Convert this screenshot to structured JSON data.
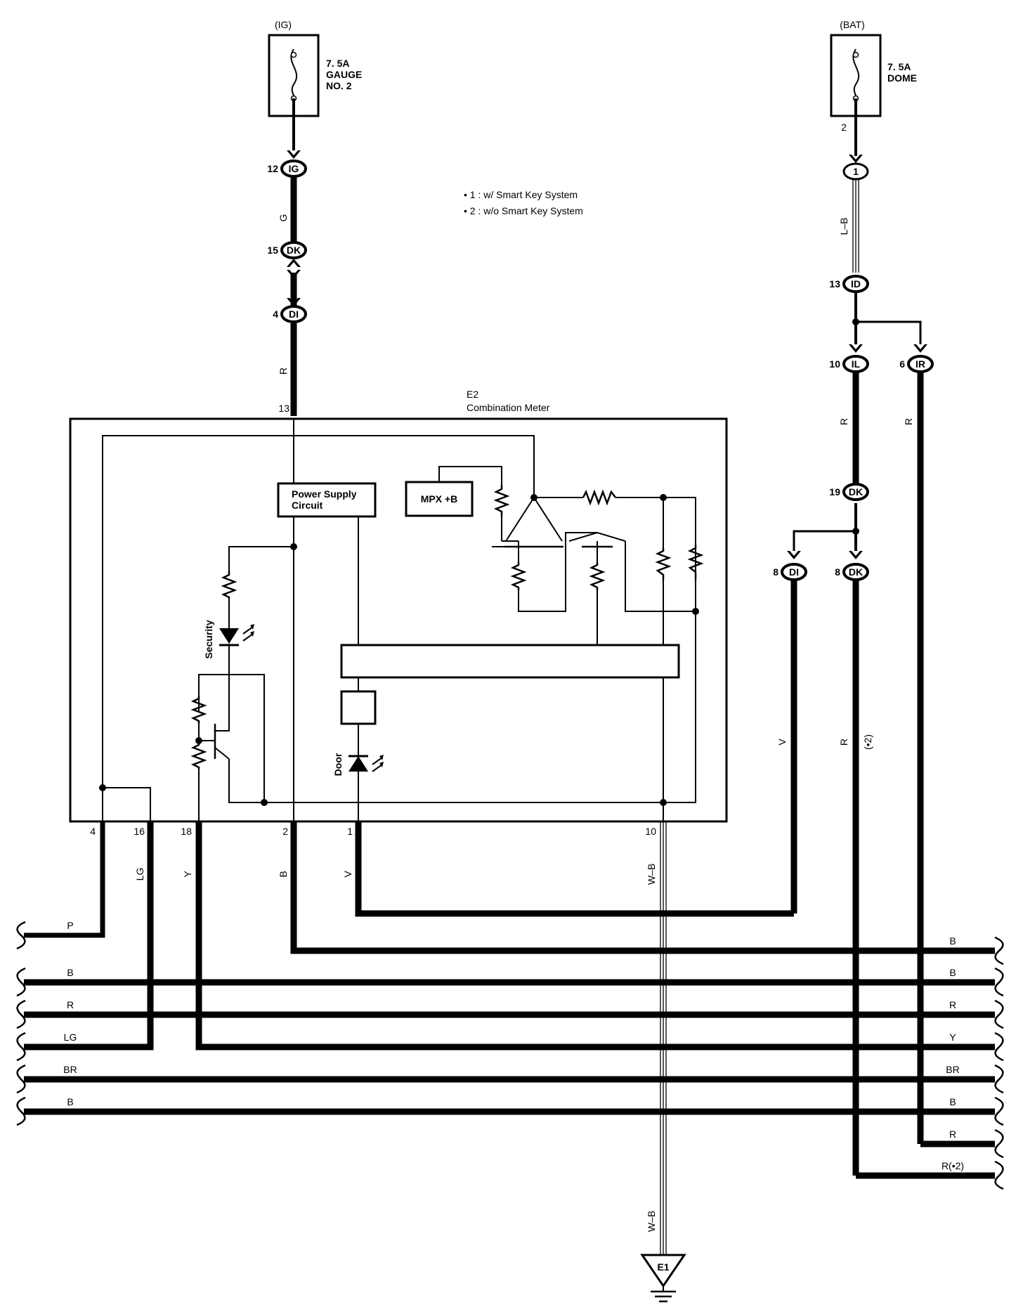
{
  "fuses": {
    "ig": {
      "supply": "(IG)",
      "line1": "7. 5A",
      "line2": "GAUGE",
      "line3": "NO. 2"
    },
    "bat": {
      "supply": "(BAT)",
      "line1": "7. 5A",
      "line2": "DOME",
      "pin": "2"
    }
  },
  "connectors": {
    "ig12": {
      "pin": "12",
      "name": "IG"
    },
    "dk15": {
      "pin": "15",
      "name": "DK"
    },
    "di4": {
      "pin": "4",
      "name": "DI"
    },
    "c1": {
      "name": "1"
    },
    "id13": {
      "pin": "13",
      "name": "ID"
    },
    "il10": {
      "pin": "10",
      "name": "IL"
    },
    "ir6": {
      "pin": "6",
      "name": "IR"
    },
    "dk19": {
      "pin": "19",
      "name": "DK"
    },
    "di8": {
      "pin": "8",
      "name": "DI"
    },
    "dk8": {
      "pin": "8",
      "name": "DK"
    }
  },
  "notes": [
    "• 1 : w/ Smart Key System",
    "• 2 : w/o Smart Key System"
  ],
  "meter": {
    "code": "E2",
    "name": "Combination Meter",
    "pin_top": "13",
    "power_supply_line1": "Power Supply",
    "power_supply_line2": "Circuit",
    "mpx": "MPX +B",
    "security": "Security",
    "door": "Door",
    "pins_bottom": [
      "4",
      "16",
      "18",
      "2",
      "1",
      "10"
    ]
  },
  "wire_colors": {
    "g": "G",
    "r": "R",
    "lb": "L–B",
    "r_il": "R",
    "r_ir": "R",
    "v_right": "V",
    "r2_right": "R",
    "r2_note": "(•2)",
    "lg": "LG",
    "y": "Y",
    "b": "B",
    "v": "V",
    "wb": "W–B",
    "wb_low": "W–B"
  },
  "left_bus": [
    "P",
    "B",
    "R",
    "LG",
    "BR",
    "B"
  ],
  "right_bus": [
    "B",
    "B",
    "R",
    "Y",
    "BR",
    "B",
    "R",
    "R(•2)"
  ],
  "ground": {
    "name": "E1"
  }
}
